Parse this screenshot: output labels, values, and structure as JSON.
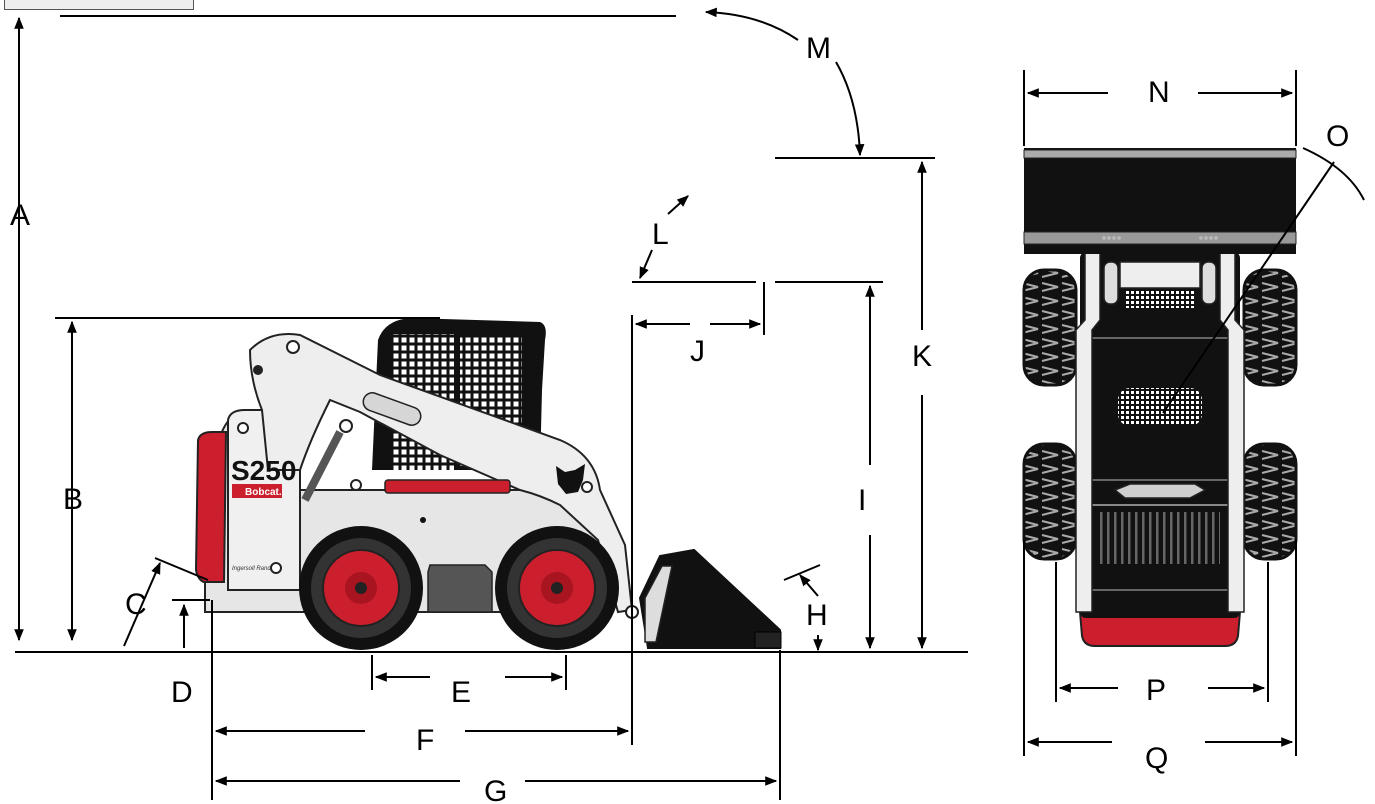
{
  "diagram": {
    "dimension_labels": {
      "A": "A",
      "B": "B",
      "C": "C",
      "D": "D",
      "E": "E",
      "F": "F",
      "G": "G",
      "H": "H",
      "I": "I",
      "J": "J",
      "K": "K",
      "L": "L",
      "M": "M",
      "N": "N",
      "O": "O",
      "P": "P",
      "Q": "Q"
    },
    "machine": {
      "model": "S250",
      "brand": "Bobcat.",
      "maker_mark": "Ingersoll Rand"
    },
    "colors": {
      "body": "#e9e9e9",
      "accent_red": "#cc1f2d",
      "dark": "#111111",
      "line": "#000000"
    }
  }
}
